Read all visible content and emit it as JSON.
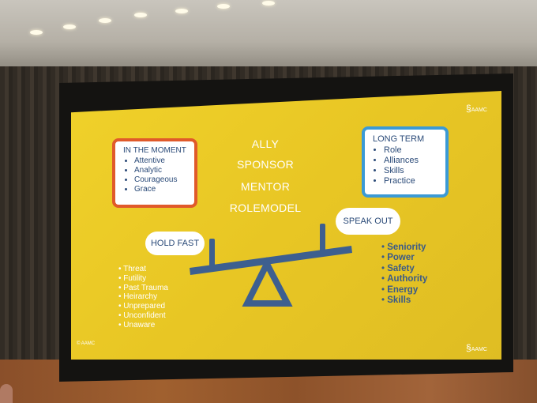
{
  "slide": {
    "center_words": [
      "ALLY",
      "SPONSOR",
      "MENTOR",
      "ROLEMODEL"
    ],
    "in_the_moment": {
      "title": "IN THE MOMENT",
      "items": [
        "Attentive",
        "Analytic",
        "Courageous",
        "Grace"
      ]
    },
    "long_term": {
      "title": "LONG TERM",
      "items": [
        "Role",
        "Alliances",
        "Skills",
        "Practice"
      ]
    },
    "hold_fast": {
      "label": "HOLD FAST",
      "items": [
        "Threat",
        "Futility",
        "Past Trauma",
        "Heirarchy",
        "Unprepared",
        "Unconfident",
        "Unaware"
      ]
    },
    "speak_out": {
      "label": "SPEAK OUT",
      "items": [
        "Seniority",
        "Power",
        "Safety",
        "Authority",
        "Energy",
        "Skills"
      ]
    },
    "logo_text": "AAMC",
    "copyright": "© AAMC",
    "colors": {
      "background": "#e8c624",
      "seesaw": "#3d5f8f",
      "left_box_border": "#e05a2a",
      "right_box_border": "#3b9ad6",
      "speak_out_text": "#3a5a88"
    }
  }
}
